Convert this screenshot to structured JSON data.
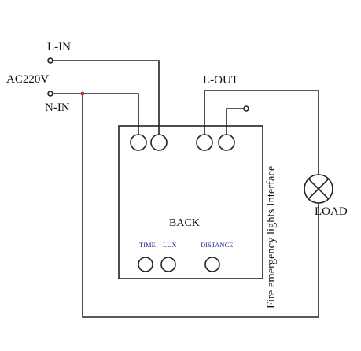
{
  "labels": {
    "l_in": "L-IN",
    "ac220v": "AC220V",
    "n_in": "N-IN",
    "l_out": "L-OUT",
    "fire_interface": "Fire emergency lights Interface",
    "load": "LOAD",
    "back": "BACK",
    "time": "TIME",
    "lux": "LUX",
    "distance": "DISTANCE"
  },
  "colors": {
    "wire": "#222222",
    "knob_text": "#1f2a8a",
    "n_in_dot": "#b0302a"
  }
}
